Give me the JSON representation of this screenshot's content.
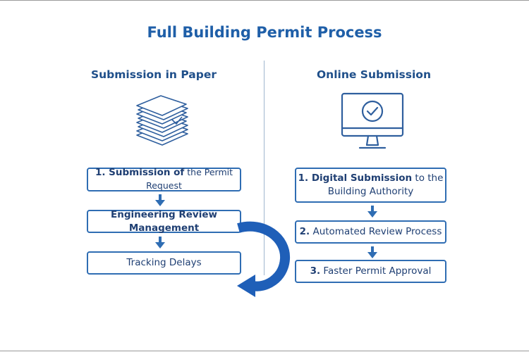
{
  "title": "Full Building Permit Process",
  "left": {
    "heading": "Submission in Paper",
    "icon": "paper-stack-icon",
    "steps": [
      {
        "bold": "1. Submission of",
        "rest": " the Permit Request"
      },
      {
        "bold": "Engineering Review Management",
        "rest": ""
      },
      {
        "bold": "",
        "rest": "Tracking Delays"
      }
    ]
  },
  "right": {
    "heading": "Online Submission",
    "icon": "monitor-checkmark-icon",
    "steps": [
      {
        "bold": "1. Digital Submission",
        "rest": " to the",
        "line2": "Building Authority"
      },
      {
        "bold": "2.",
        "rest": " Automated Review Process"
      },
      {
        "bold": "3.",
        "rest": " Faster Permit Approval"
      }
    ]
  },
  "colors": {
    "primary": "#2f6db3",
    "title": "#1f5fa8",
    "text": "#1f3f73",
    "loop_arrow": "#1f5fb8"
  }
}
